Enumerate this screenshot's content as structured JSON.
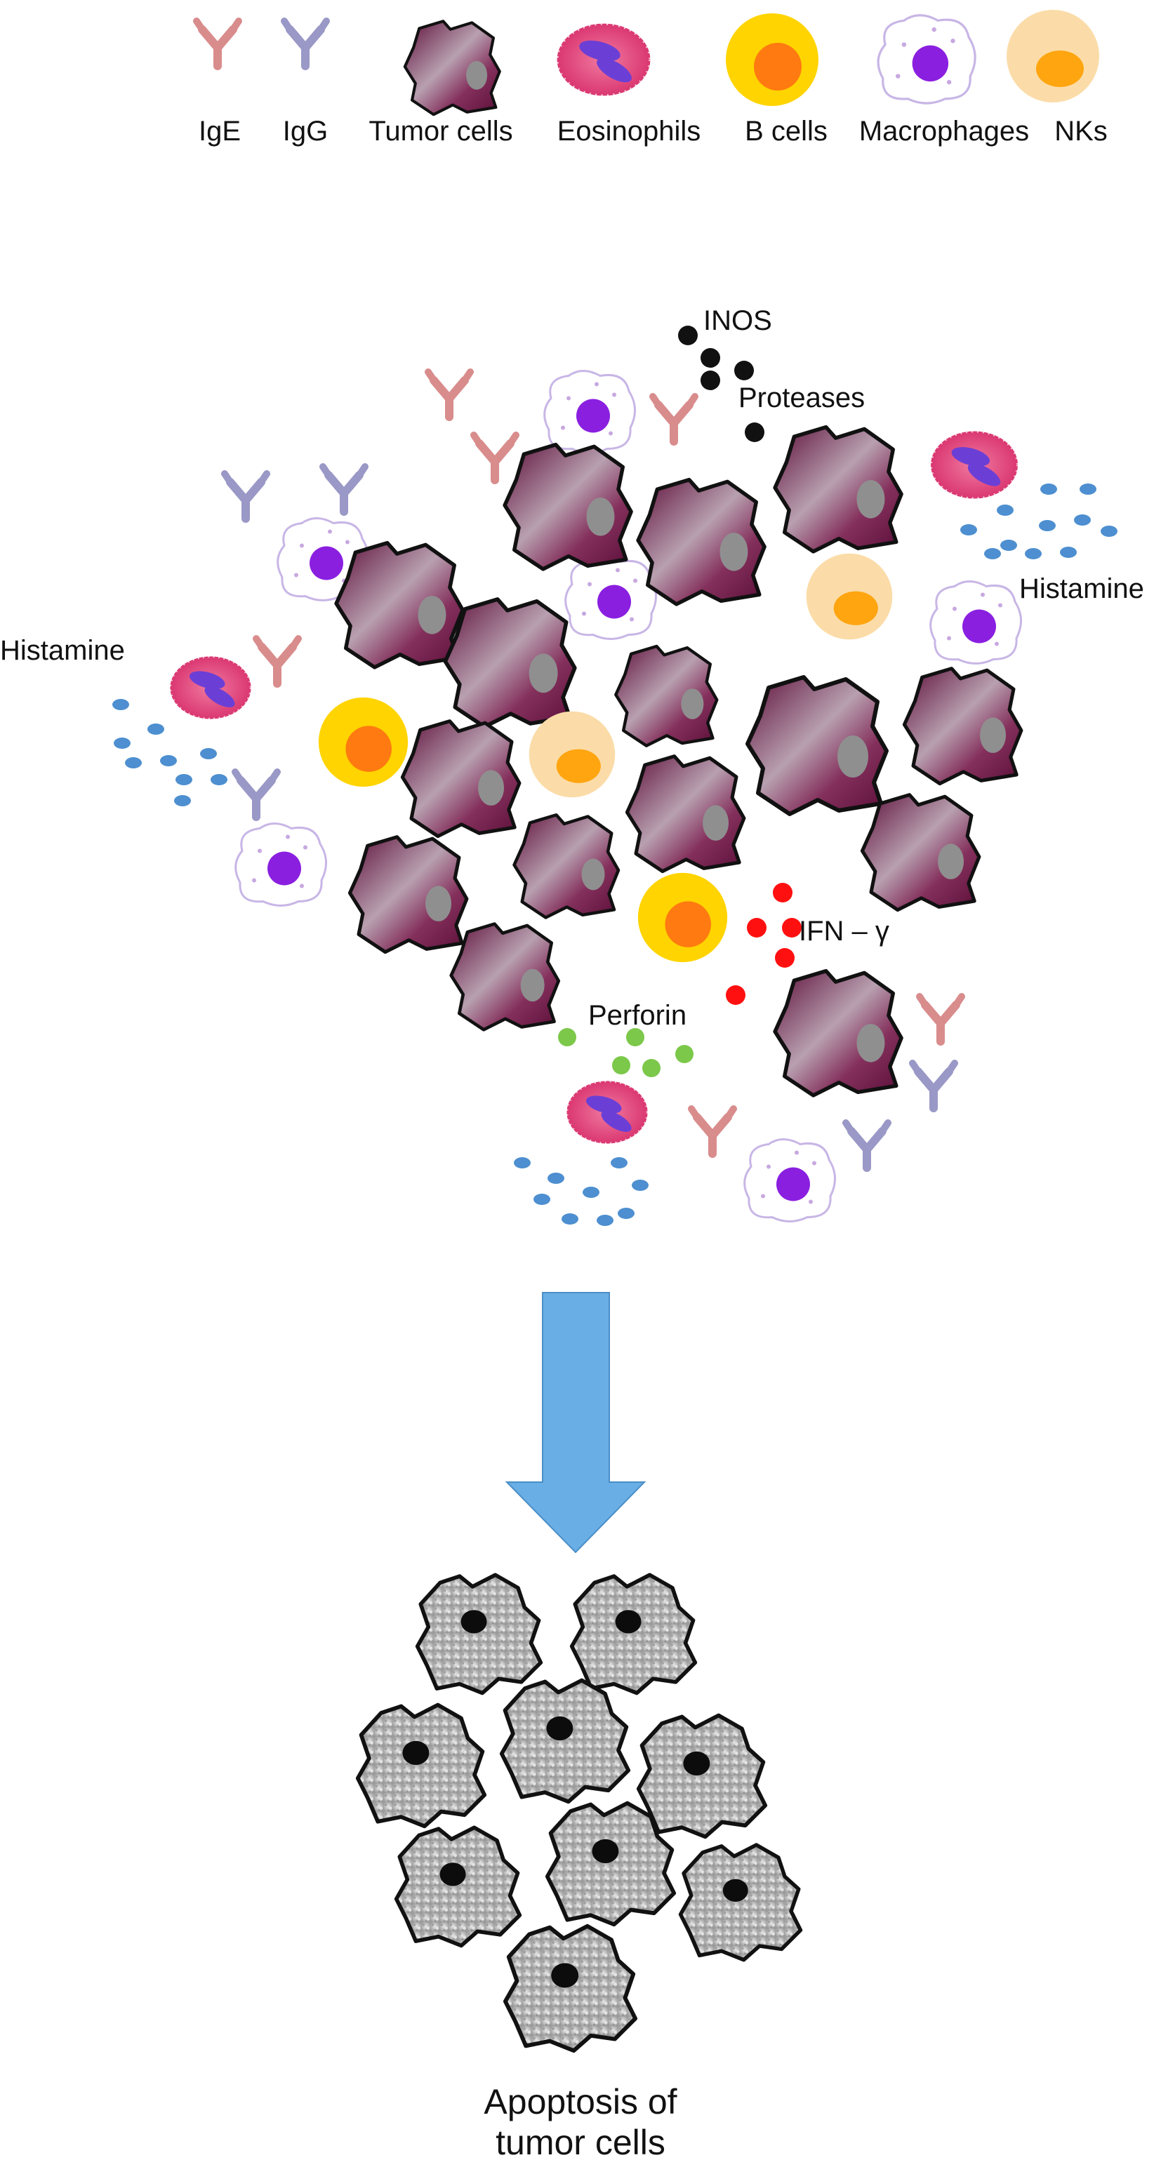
{
  "legend": {
    "ige": "IgE",
    "igg": "IgG",
    "tumor": "Tumor cells",
    "eosinophils": "Eosinophils",
    "bcells": "B cells",
    "macrophages": "Macrophages",
    "nks": "NKs"
  },
  "mediators": {
    "inos": "INOS",
    "proteases": "Proteases",
    "histamine_left": "Histamine",
    "histamine_right": "Histamine",
    "ifn": "IFN – γ",
    "perforin": "Perforin"
  },
  "outcome": {
    "line1": "Apoptosis of",
    "line2": "tumor cells"
  },
  "colors": {
    "ige": "#d98c8c",
    "igg": "#9a98c6",
    "tumor": "#7a1f4c",
    "tumor_nucleus": "#8f8f8f",
    "eosinophil": "#e0407a",
    "eosinophil_granule": "#6b3fd6",
    "bcell_outer": "#ffd400",
    "bcell_inner": "#ff7a10",
    "macrophage_nucleus": "#8a1fe0",
    "nk_outer": "#fbdca8",
    "nk_inner": "#ffa510",
    "histamine": "#4d8fd0",
    "inos": "#111111",
    "ifn": "#ff1010",
    "perforin": "#7cc84a",
    "arrow": "#6aaee6",
    "apoptotic_cell": "#c8c8c8"
  },
  "icons": [
    "ige-antibody-icon",
    "igg-antibody-icon",
    "tumor-cell-icon",
    "eosinophil-icon",
    "b-cell-icon",
    "macrophage-icon",
    "nk-cell-icon",
    "apoptotic-cell-icon",
    "down-arrow-icon"
  ]
}
